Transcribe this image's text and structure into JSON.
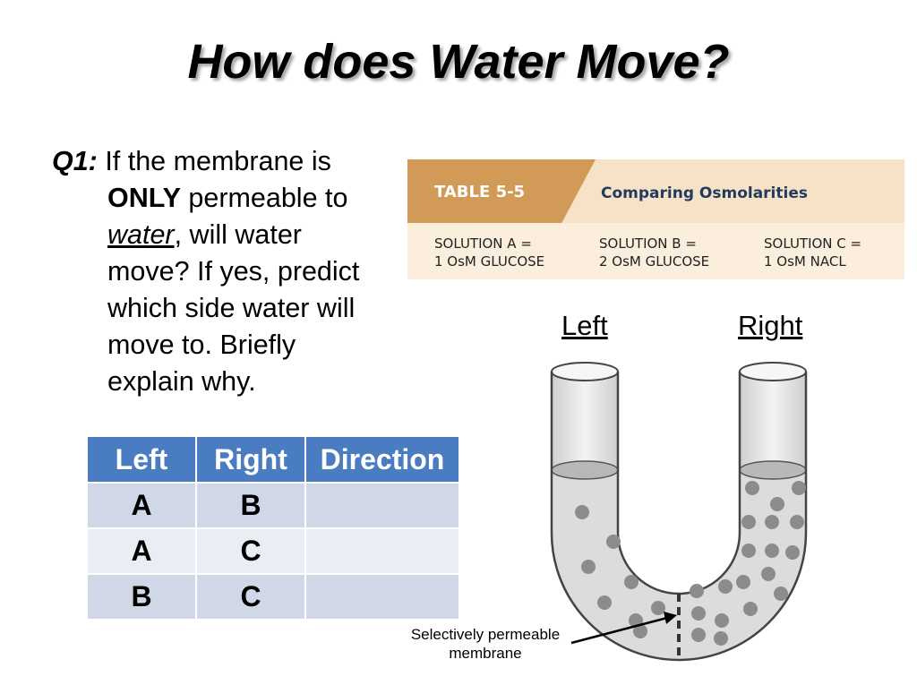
{
  "title": "How does Water Move?",
  "question": {
    "label": "Q1:",
    "l1": " If the membrane is",
    "l2_bold": "ONLY",
    "l2_rest": " permeable to",
    "l3_ui": "water",
    "l3_rest": ", will water",
    "l4": "move? If yes, predict",
    "l5": "which side water will",
    "l6": "move to. Briefly",
    "l7": "explain why."
  },
  "table": {
    "headers": [
      "Left",
      "Right",
      "Direction"
    ],
    "rows": [
      [
        "A",
        "B",
        ""
      ],
      [
        "A",
        "C",
        ""
      ],
      [
        "B",
        "C",
        ""
      ]
    ]
  },
  "reference_table": {
    "tag": "TABLE 5-5",
    "caption": "Comparing Osmolarities",
    "solutions": [
      {
        "line1": "SOLUTION A =",
        "line2": "1 OsM GLUCOSE"
      },
      {
        "line1": "SOLUTION B =",
        "line2": "2 OsM GLUCOSE"
      },
      {
        "line1": "SOLUTION C =",
        "line2": "1 OsM NACL"
      }
    ],
    "colors": {
      "tag": "#d29a57",
      "header": "#f6e2c6",
      "body": "#fbeedd",
      "caption": "#243a5e"
    }
  },
  "diagram": {
    "left_label": "Left",
    "right_label": "Right",
    "membrane_label_line1": "Selectively permeable",
    "membrane_label_line2": "membrane"
  },
  "colors": {
    "table_header": "#4a7cc2",
    "row_dark": "#d0d8e8",
    "row_light": "#e9edf4"
  }
}
